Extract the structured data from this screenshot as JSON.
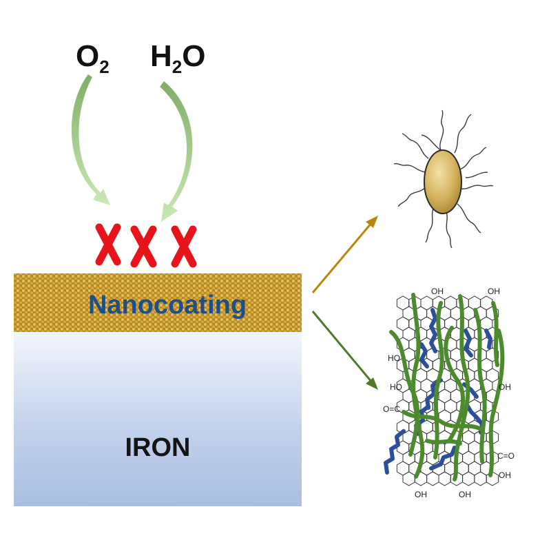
{
  "molecules": {
    "oxygen": {
      "base": "O",
      "subscript": "2"
    },
    "water": {
      "prefix": "H",
      "subscript": "2",
      "suffix": "O"
    }
  },
  "layers": {
    "coating_label": "Nanocoating",
    "substrate_label": "IRON"
  },
  "functional_groups": {
    "oh": "OH",
    "ho": "HO",
    "carbonyl_left": "O=C",
    "carbonyl_right": "C=O"
  },
  "colors": {
    "arrow_green": "#9fcf8a",
    "block_x": "#e8141c",
    "coating_gold": "#c79a2a",
    "coating_text": "#1f4f8a",
    "iron_top": "#f2f5fb",
    "iron_bottom": "#a7bde0",
    "arrow_to_particle": "#b8860b",
    "arrow_to_graphene": "#4e7a2a",
    "particle_gold": "#d9b865",
    "polymer_green": "#4c8a2e",
    "polymer_blue": "#2b4f9a"
  },
  "icons": [
    "curved-arrow-icon",
    "cross-mark-icon",
    "nanoparticle-icon",
    "graphene-composite-icon"
  ]
}
